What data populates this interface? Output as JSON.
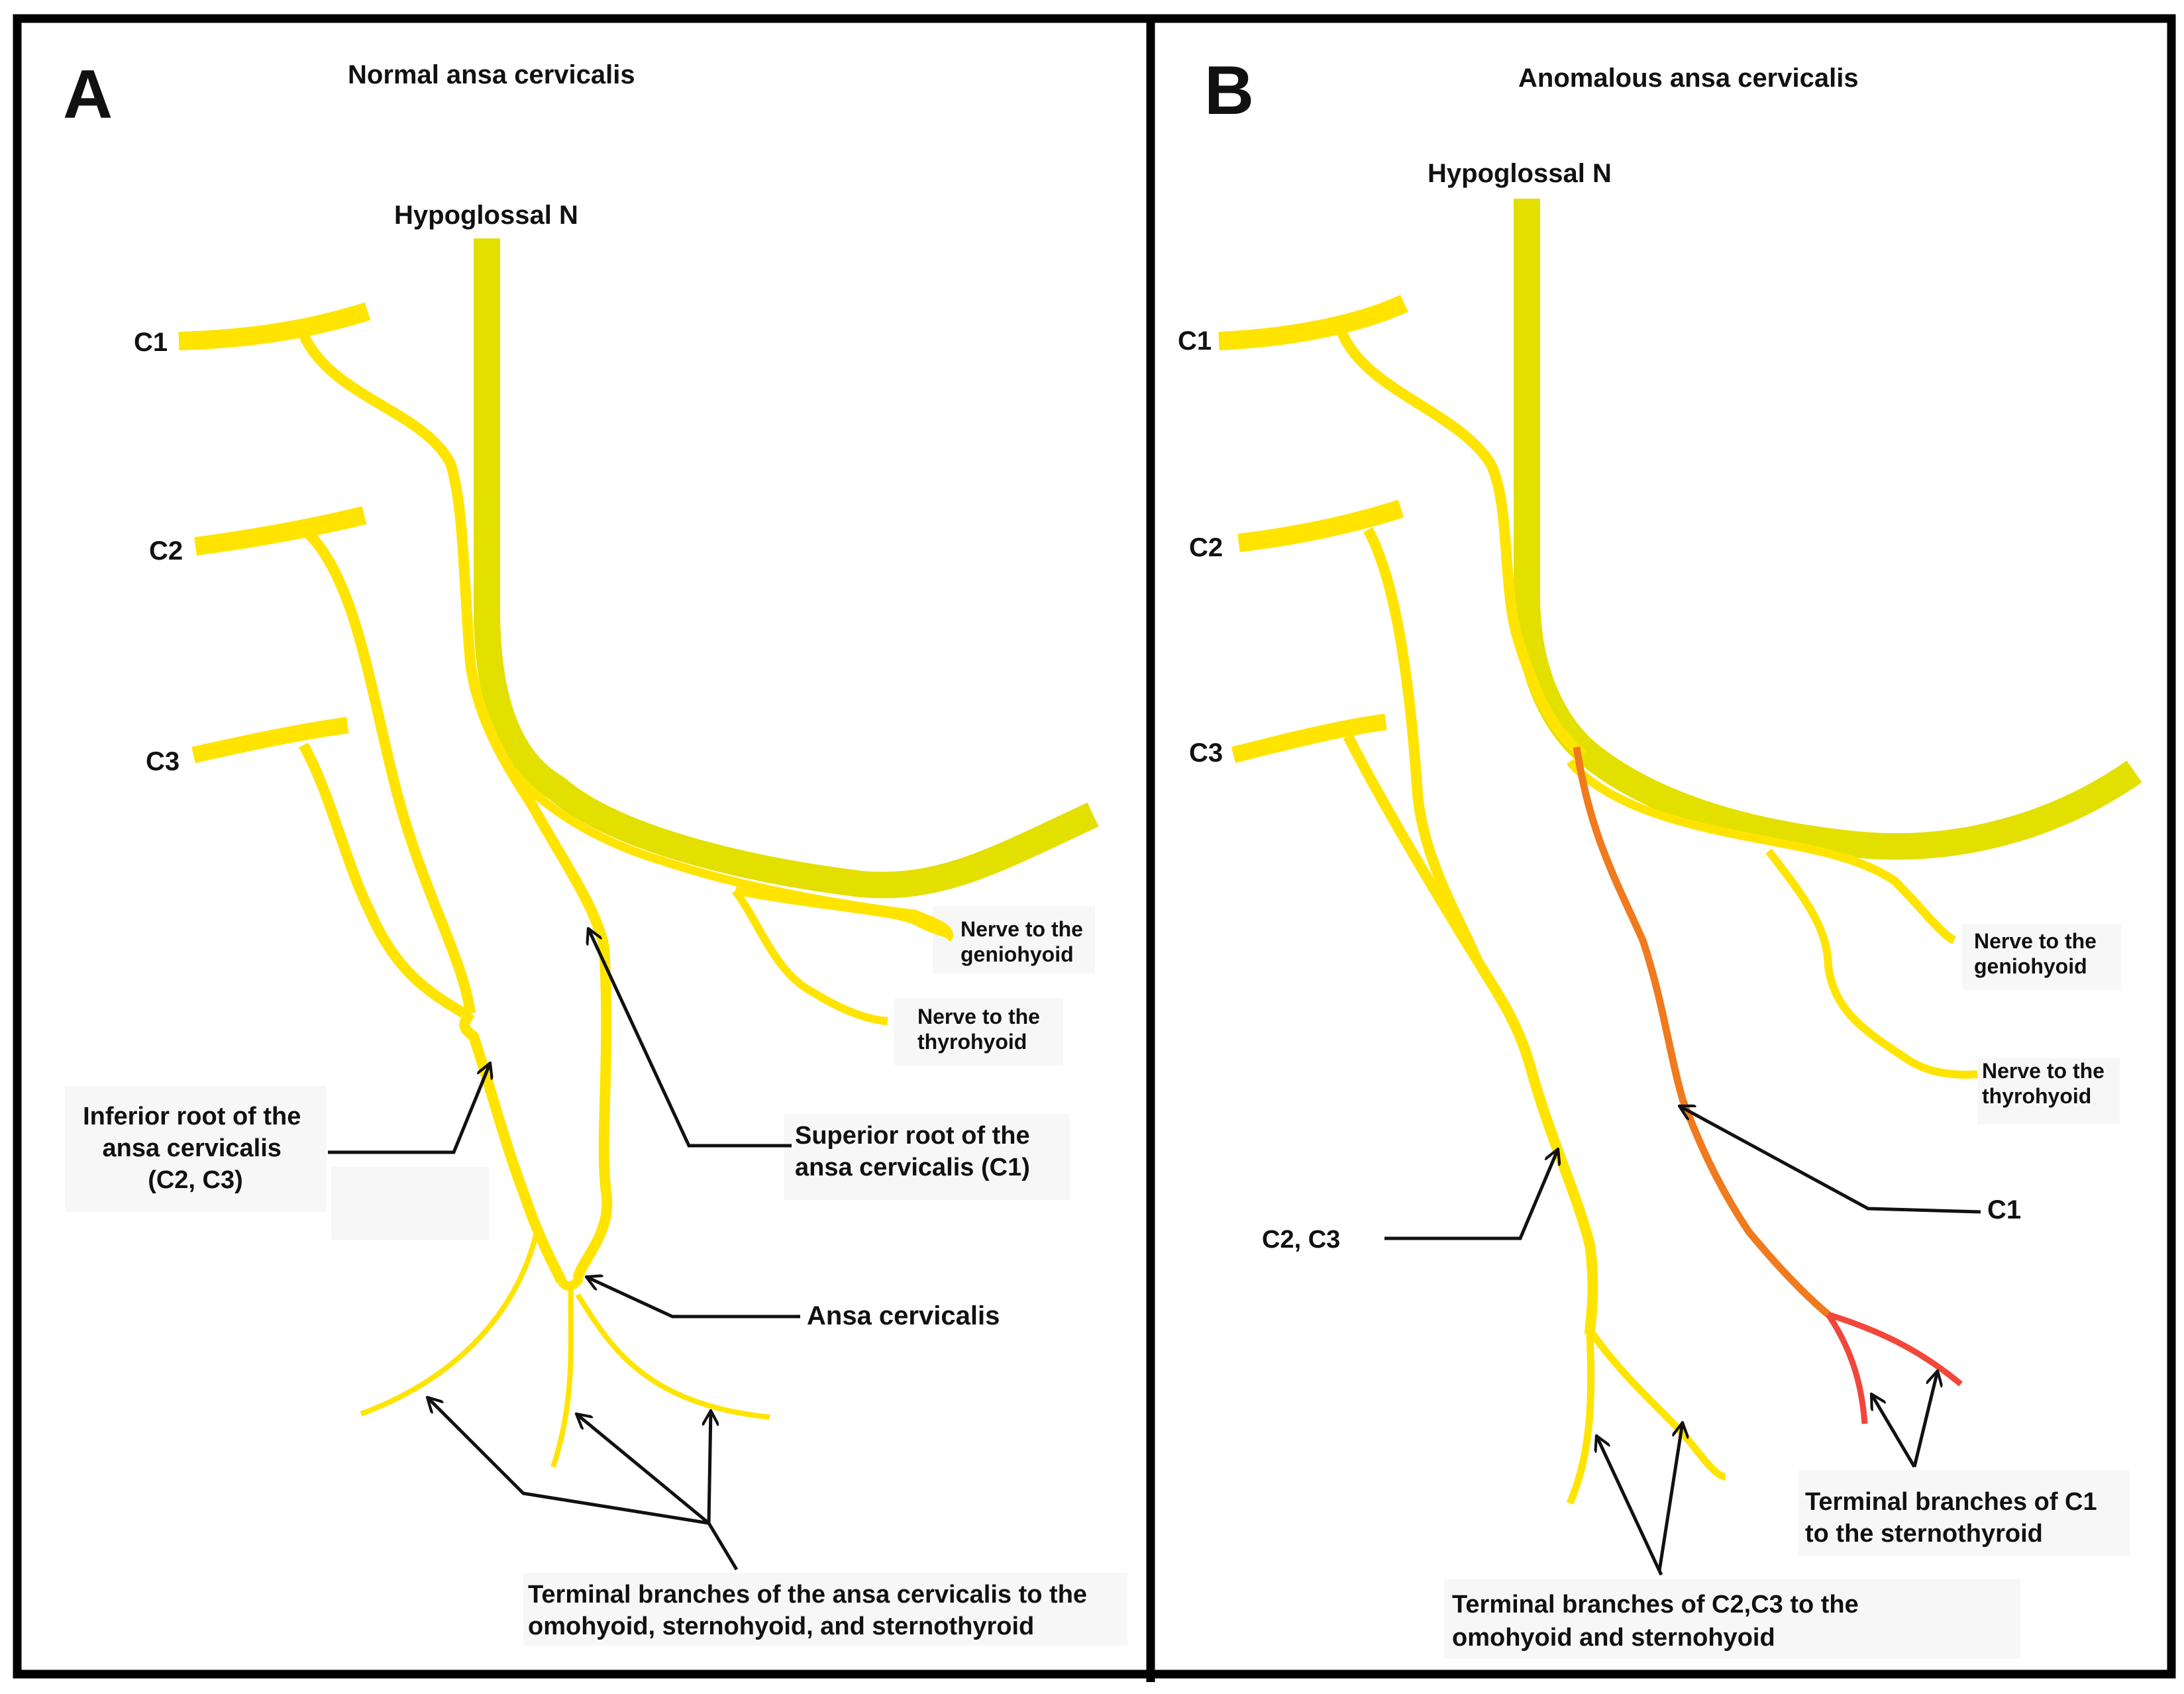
{
  "panel_a": {
    "letter": "A",
    "title": "Normal ansa cervicalis",
    "hypoglossal": "Hypoglossal N",
    "c1": "C1",
    "c2": "C2",
    "c3": "C3",
    "geniohyoid": [
      "Nerve to the",
      "geniohyoid"
    ],
    "thyrohyoid": [
      "Nerve to the",
      "thyrohyoid"
    ],
    "inferior_root": [
      "Inferior root of the",
      "ansa cervicalis",
      "(C2, C3)"
    ],
    "superior_root": [
      "Superior root of the",
      "ansa cervicalis (C1)"
    ],
    "ansa": "Ansa cervicalis",
    "terminal": [
      "Terminal branches of the ansa cervicalis to the",
      "omohyoid, sternohyoid, and sternothyroid"
    ]
  },
  "panel_b": {
    "letter": "B",
    "title": "Anomalous ansa cervicalis",
    "hypoglossal": "Hypoglossal N",
    "c1": "C1",
    "c2": "C2",
    "c3": "C3",
    "geniohyoid": [
      "Nerve to the",
      "geniohyoid"
    ],
    "thyrohyoid": [
      "Nerve to the",
      "thyrohyoid"
    ],
    "c2c3": "C2, C3",
    "c1_pointer": "C1",
    "terminal_c1": [
      "Terminal branches of C1",
      "to the sternothyroid"
    ],
    "terminal_c2c3": [
      "Terminal branches of C2,C3 to the",
      "omohyoid and sternohyoid"
    ]
  },
  "colors": {
    "nerve_yellow": "#ffe400",
    "hypoglossal_green_yellow": "#e3e000",
    "anomalous_c1_orange": "#f07a1e",
    "c1_terminal_red": "#f2463a",
    "border": "#000000"
  }
}
